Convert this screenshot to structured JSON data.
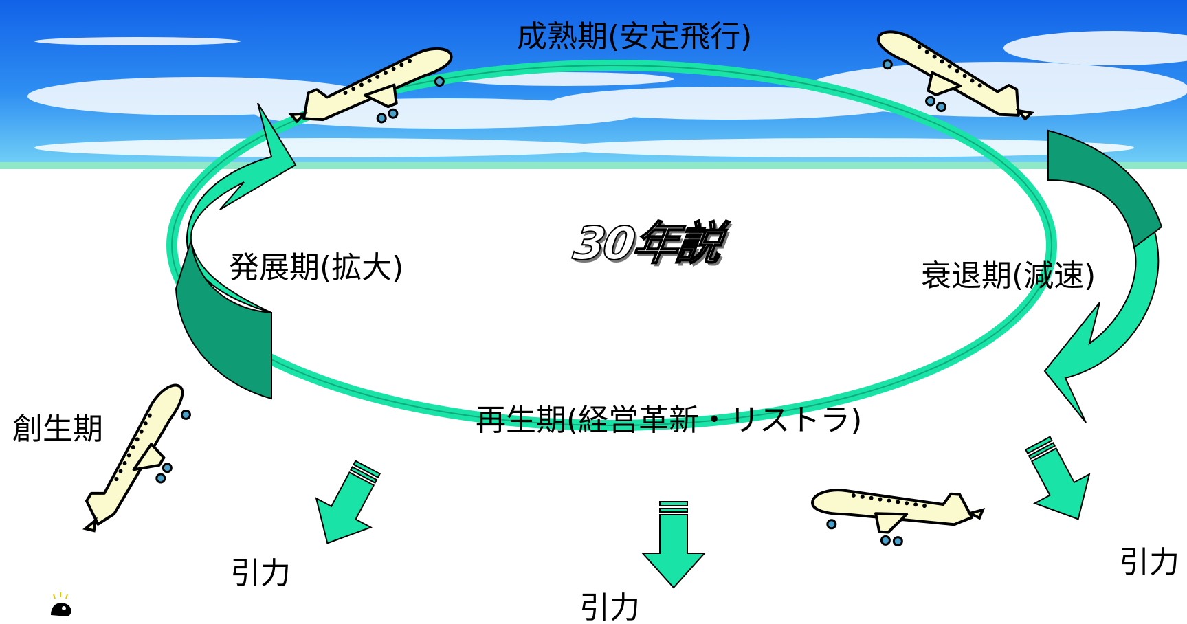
{
  "diagram": {
    "center_title": "30年説",
    "stages": {
      "maturity": "成熟期(安定飛行)",
      "development": "発展期(拡大)",
      "decline": "衰退期(減速)",
      "regeneration": "再生期(経営革新・リストラ)",
      "founding": "創生期"
    },
    "gravity_labels": [
      "引力",
      "引力",
      "引力"
    ]
  },
  "colors": {
    "sky_top": "#1566ea",
    "sky_bottom": "#63c8f4",
    "cycle_ring": "#19e3a6",
    "arrow_fill": "#19e3a6",
    "arrow_shadow": "#0f9b73",
    "plane_body": "#fbfacf",
    "wheel": "#4aa0c8"
  },
  "icons": [
    "airplane-icon",
    "gravity-arrow-icon",
    "pointer-bird-icon"
  ]
}
